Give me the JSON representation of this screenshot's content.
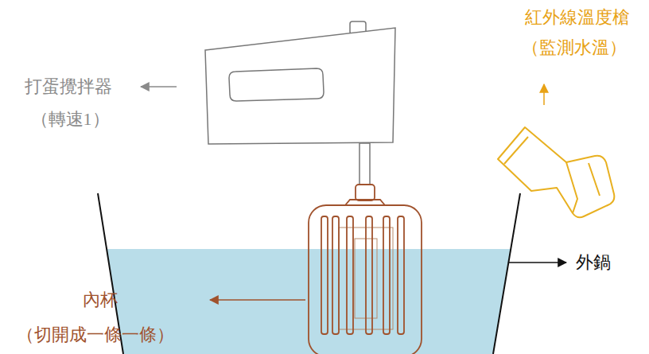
{
  "diagram": {
    "labels": [
      "打蛋攪拌器",
      "（轉速1）",
      "紅外線溫度槍",
      "（監測水溫）",
      "內杯",
      "（切開成一條一條）",
      "外鍋"
    ]
  }
}
